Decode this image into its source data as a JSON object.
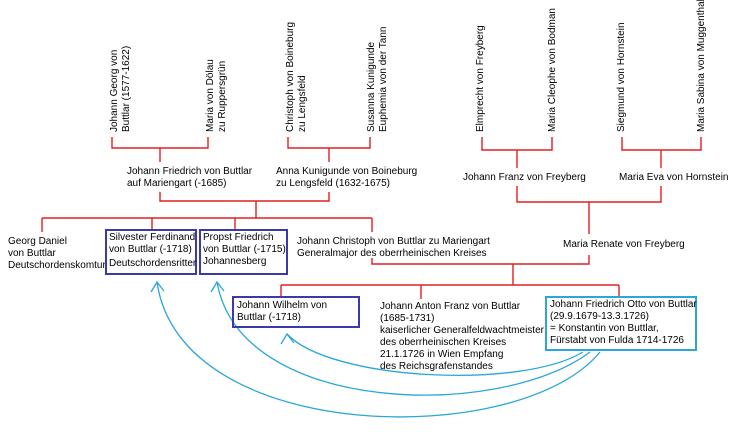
{
  "colors": {
    "tree_lines": "#e02020",
    "box_border": "#3a3aa8",
    "highlight_box": "#2aa7d8",
    "arrows": "#2aa7d8"
  },
  "ancestors": {
    "p1": [
      "Johann Georg von",
      "Buttlar (1577-1622)"
    ],
    "p2": [
      "Maria von Dölau",
      "zu Ruppersgrün"
    ],
    "p3": [
      "Christoph von Boineburg",
      "zu Lengsfeld"
    ],
    "p4": [
      "Susanna Kunigunde",
      "Euphemia von der Tann"
    ],
    "p5": [
      "Elmprecht von Freyberg"
    ],
    "p6": [
      "Maria Cleophe von Bodman"
    ],
    "p7": [
      "Siegmund von Hornstein"
    ],
    "p8": [
      "Maria Sabina von Muggenthal"
    ]
  },
  "grandparents": {
    "g1": [
      "Johann Friedrich von Buttlar",
      "auf Mariengart (-1685)"
    ],
    "g2": [
      "Anna Kunigunde von Boineburg",
      "zu Lengsfeld (1632-1675)"
    ],
    "g3": [
      "Johann Franz von Freyberg"
    ],
    "g4": [
      "Maria Eva von Hornstein"
    ]
  },
  "parents_generation": {
    "georg": [
      "Georg Daniel",
      "von Buttlar",
      "Deutschordenskomtur"
    ],
    "silvester": [
      "Silvester Ferdinand",
      "von Buttlar (-1718)",
      "Deutschordensritter"
    ],
    "propst": [
      "Propst Friedrich",
      "von Buttlar (-1715)",
      "Johannesberg"
    ],
    "johann_christoph": [
      "Johann Christoph von Buttlar zu Mariengart",
      "Generalmajor des oberrheinischen Kreises"
    ],
    "maria_renate": [
      "Maria Renate von Freyberg"
    ]
  },
  "children": {
    "wilhelm": [
      "Johann Wilhelm von",
      "Buttlar (-1718)"
    ],
    "anton": [
      "Johann Anton Franz von  Buttlar",
      "(1685-1731)",
      "kaiserlicher Generalfeldwachtmeister",
      "des oberrheinischen Kreises",
      "21.1.1726 in Wien Empfang",
      "des Reichsgrafenstandes"
    ],
    "otto": [
      "Johann Friedrich Otto von Buttlar",
      "(29.9.1679-13.3.1726)",
      "= Konstantin von Buttlar,",
      "Fürstabt von Fulda 1714-1726"
    ]
  }
}
